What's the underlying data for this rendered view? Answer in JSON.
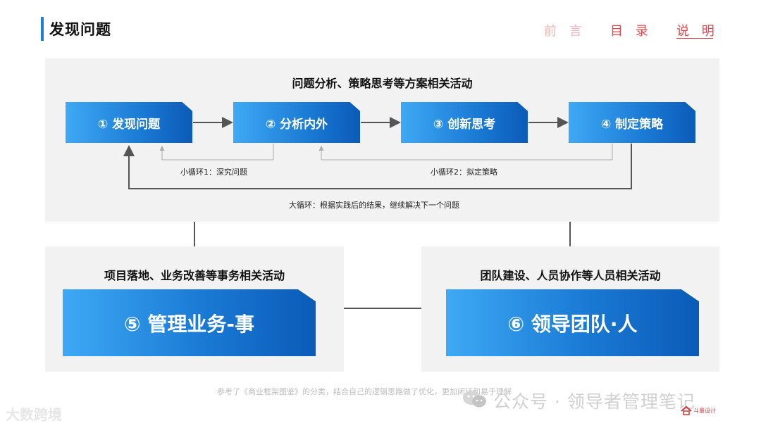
{
  "header": {
    "title": "发现问题",
    "nav": [
      "前 言",
      "目 录",
      "说 明"
    ],
    "accent_color": "#1e7fd8",
    "nav_color": "#e0474c"
  },
  "top_panel": {
    "heading": "问题分析、策略思考等方案相关活动",
    "steps": [
      "① 发现问题",
      "② 分析内外",
      "③ 创新思考",
      "④ 制定策略"
    ],
    "small_loop_1": "小循环1：深究问题",
    "small_loop_2": "小循环2：拟定策略",
    "big_loop": "大循环：根据实践后的结果，继续解决下一个问题"
  },
  "left_panel": {
    "heading": "项目落地、业务改善等事务相关活动",
    "box": "⑤ 管理业务-事"
  },
  "right_panel": {
    "heading": "团队建设、人员协作等人员相关活动",
    "box": "⑥ 领导团队·人"
  },
  "footnote": "参考了《商业框架图鉴》的分类，结合自己的逻辑思路做了优化，更加闭环和易于理解",
  "watermarks": {
    "left": "大数跨境",
    "right": "公众号 · 领导者管理笔记",
    "logo": "斗量设计"
  },
  "colors": {
    "box_gradient_start": "#3ea9f5",
    "box_gradient_end": "#0b5bb8",
    "panel_bg": "#f2f2f2",
    "connector": "#555555"
  }
}
